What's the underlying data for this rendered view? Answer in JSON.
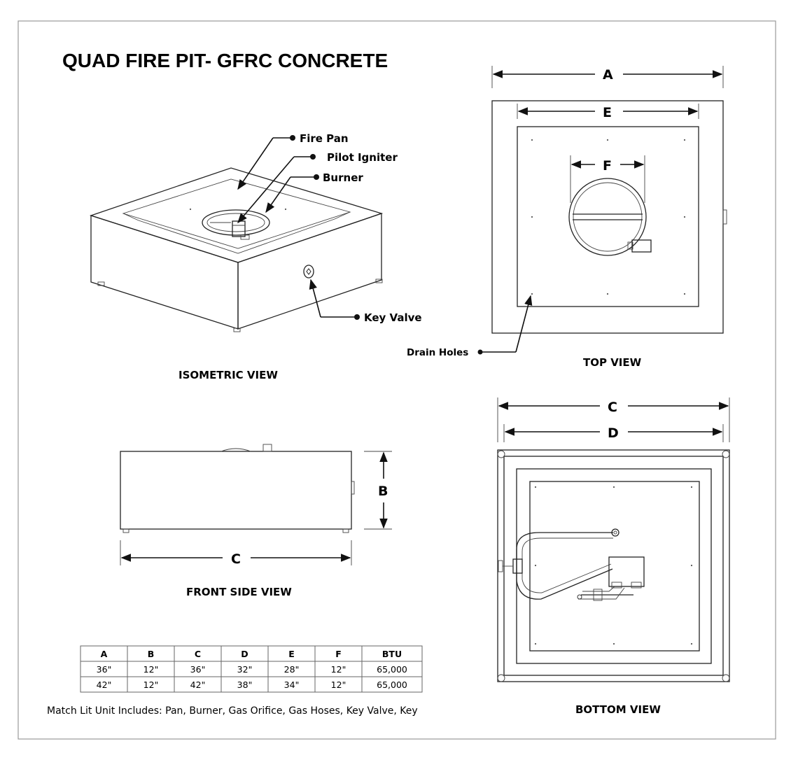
{
  "title": "QUAD FIRE PIT- GFRC CONCRETE",
  "callouts": {
    "fire_pan": "Fire Pan",
    "pilot_igniter": "Pilot Igniter",
    "burner": "Burner",
    "key_valve": "Key Valve",
    "drain_holes": "Drain Holes"
  },
  "views": {
    "isometric": "ISOMETRIC VIEW",
    "top": "TOP VIEW",
    "front": "FRONT SIDE VIEW",
    "bottom": "BOTTOM VIEW"
  },
  "dimensions": {
    "top_outer": "A",
    "top_pan": "E",
    "top_burner": "F",
    "front_height": "B",
    "front_width": "C",
    "bottom_outer": "C",
    "bottom_inner": "D"
  },
  "spec_table": {
    "headers": [
      "A",
      "B",
      "C",
      "D",
      "E",
      "F",
      "BTU"
    ],
    "rows": [
      [
        "36\"",
        "12\"",
        "36\"",
        "32\"",
        "28\"",
        "12\"",
        "65,000"
      ],
      [
        "42\"",
        "12\"",
        "42\"",
        "38\"",
        "34\"",
        "12\"",
        "65,000"
      ]
    ]
  },
  "note": "Match Lit Unit Includes: Pan, Burner, Gas Orifice, Gas Hoses, Key Valve, Key"
}
